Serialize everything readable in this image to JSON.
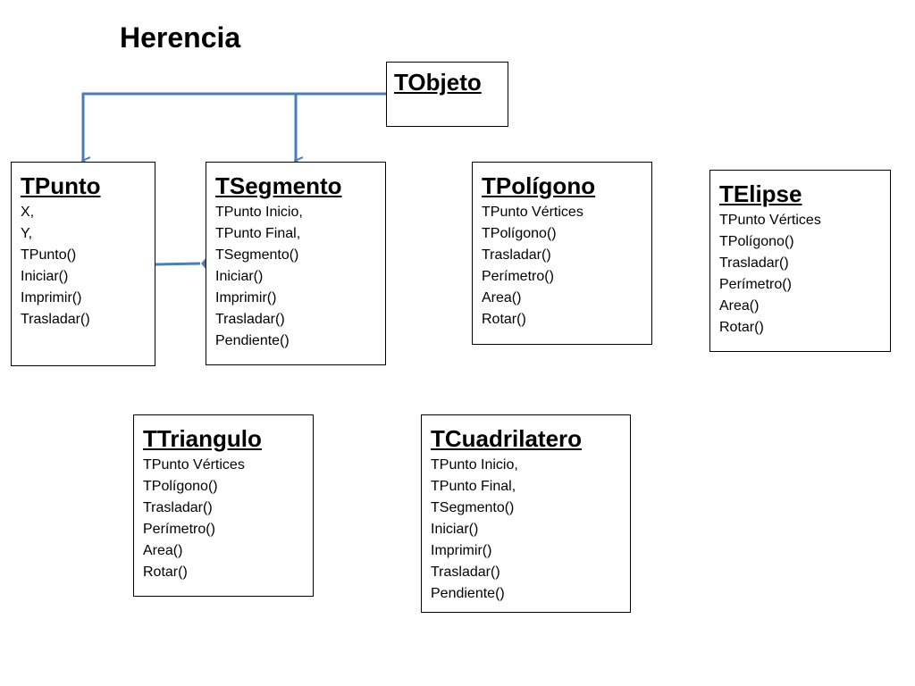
{
  "title": "Herencia",
  "colors": {
    "connector": "#4a7ebb",
    "border": "#000000"
  },
  "classes": {
    "tobjeto": {
      "name": "TObjeto",
      "members": []
    },
    "tpunto": {
      "name": "TPunto",
      "members": [
        "X,",
        "Y,",
        "TPunto()",
        "Iniciar()",
        "Imprimir()",
        "Trasladar()"
      ]
    },
    "tsegmento": {
      "name": "TSegmento",
      "members": [
        "TPunto Inicio,",
        "TPunto Final,",
        "TSegmento()",
        "Iniciar()",
        "Imprimir()",
        "Trasladar()",
        "Pendiente()"
      ]
    },
    "tpoligono": {
      "name": "TPolígono",
      "members": [
        "TPunto Vértices",
        "TPolígono()",
        "Trasladar()",
        "Perímetro()",
        "Area()",
        "Rotar()"
      ]
    },
    "telipse": {
      "name": "TElipse",
      "members": [
        "TPunto Vértices",
        "TPolígono()",
        "Trasladar()",
        "Perímetro()",
        "Area()",
        "Rotar()"
      ]
    },
    "ttriangulo": {
      "name": "TTriangulo",
      "members": [
        "TPunto Vértices",
        "TPolígono()",
        "Trasladar()",
        "Perímetro()",
        "Area()",
        "Rotar()"
      ]
    },
    "tcuadrilatero": {
      "name": "TCuadrilatero",
      "members": [
        "TPunto Inicio,",
        "TPunto Final,",
        "TSegmento()",
        "Iniciar()",
        "Imprimir()",
        "Trasladar()",
        "Pendiente()"
      ]
    }
  }
}
